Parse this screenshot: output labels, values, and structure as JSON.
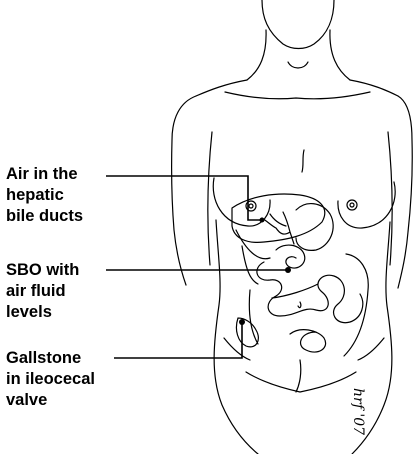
{
  "labels": {
    "air": [
      "Air in the",
      "hepatic",
      "bile ducts"
    ],
    "sbo": [
      "SBO with",
      "air fluid",
      "levels"
    ],
    "gallstone": [
      "Gallstone",
      "in ileocecal",
      "valve"
    ]
  },
  "signature": "hrf '07",
  "colors": {
    "line": "#000000",
    "background": "#ffffff"
  }
}
